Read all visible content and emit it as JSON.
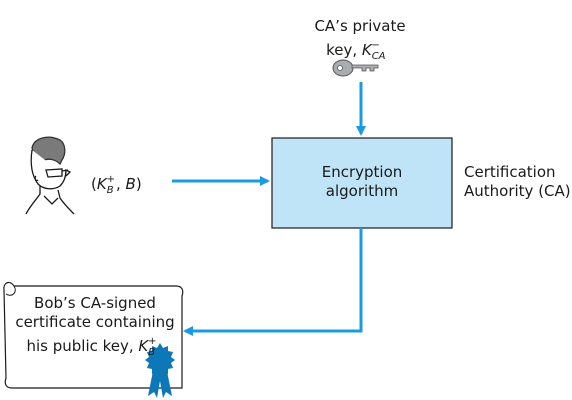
{
  "colors": {
    "arrow": "#1a9be0",
    "box_fill": "#bfe4f7",
    "box_stroke": "#1a1a1a",
    "key_fill": "#a9adb1",
    "ribbon": "#0d78b8"
  },
  "ca_key_label": {
    "line1": "CA’s private",
    "line2_prefix": "key, ",
    "key_symbol": "K",
    "key_subscript": "CA",
    "key_superscript": "−"
  },
  "input_label": {
    "open": "(",
    "key_symbol": "K",
    "key_subscript": "B",
    "key_superscript": "+",
    "sep": ", ",
    "name": "B",
    "close": ")"
  },
  "encryption_box": {
    "line1": "Encryption",
    "line2": "algorithm"
  },
  "ca_label": {
    "line1": "Certification",
    "line2": "Authority (CA)"
  },
  "certificate": {
    "line1": "Bob’s CA-signed",
    "line2": "certificate containing",
    "line3_prefix": "his public key, ",
    "key_symbol": "K",
    "key_subscript": "B",
    "key_superscript": "+"
  },
  "icons": [
    "person-icon",
    "key-icon",
    "certificate-icon",
    "ribbon-seal-icon"
  ]
}
